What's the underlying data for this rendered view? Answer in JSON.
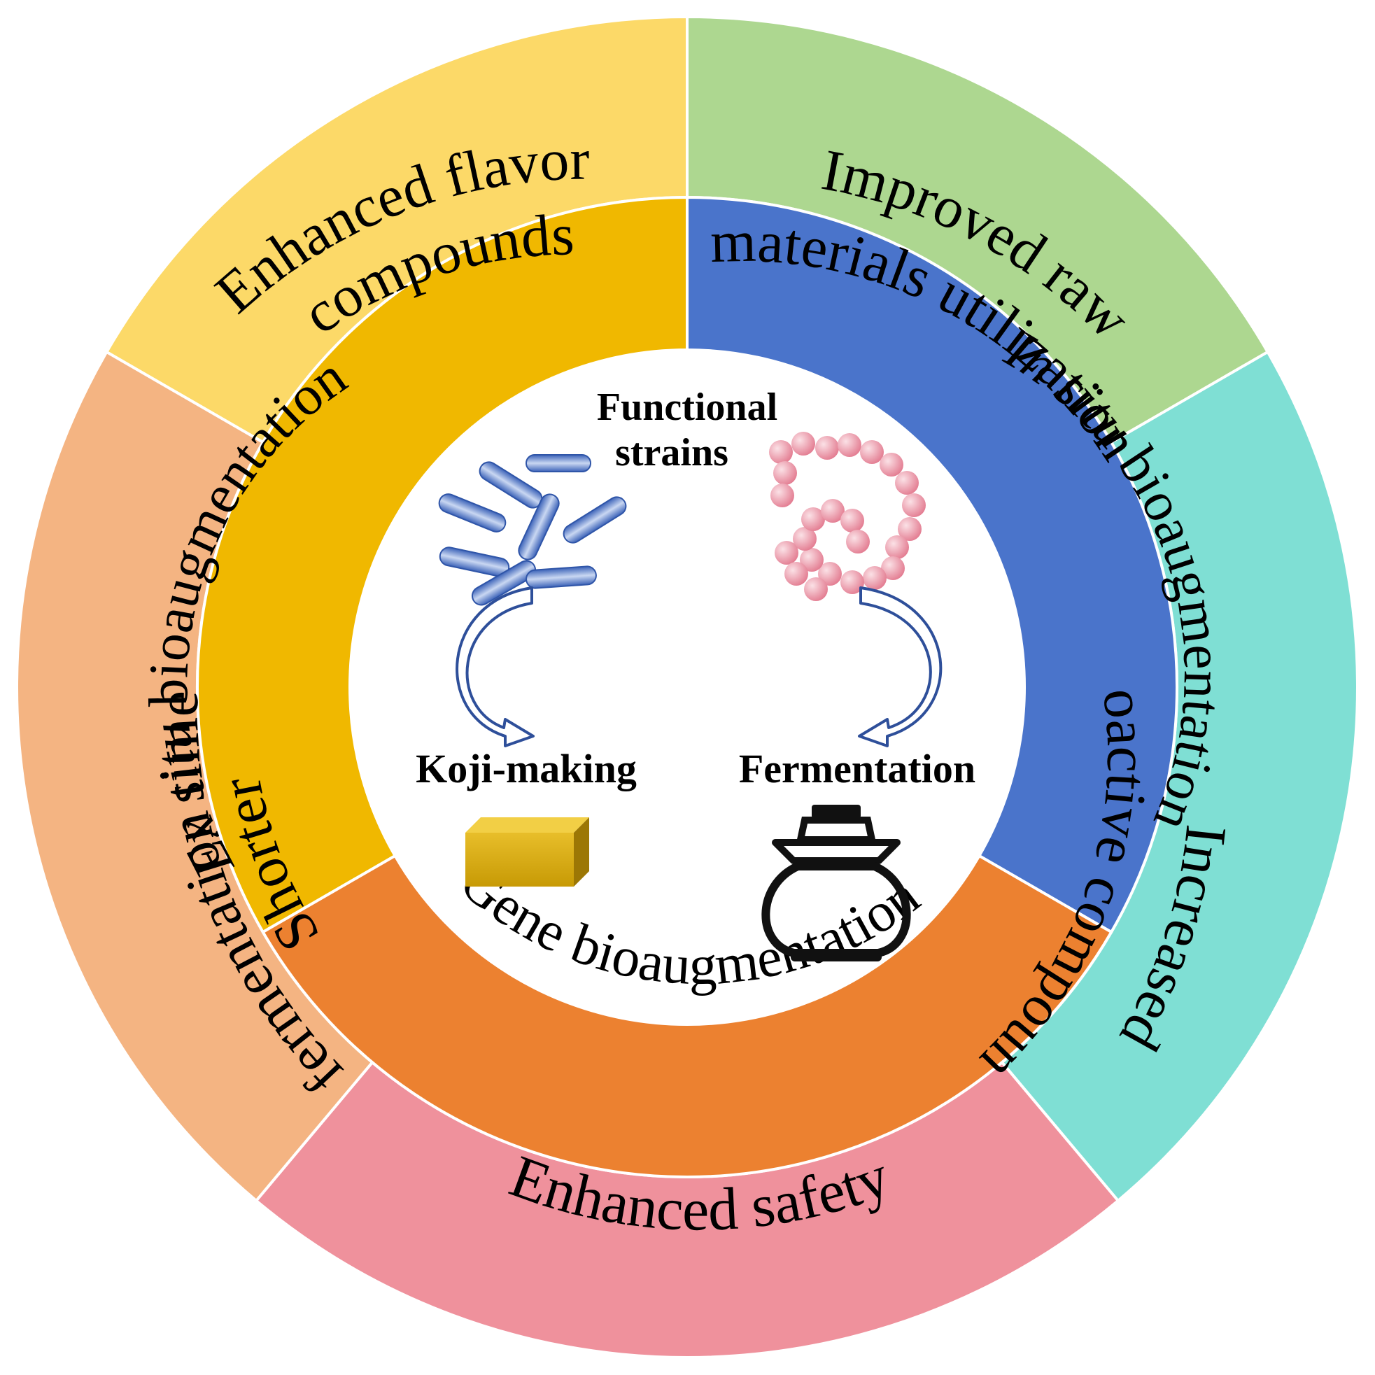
{
  "colors": {
    "outer_flavor": "#FCD968",
    "outer_raw": "#ADD790",
    "outer_bioactive": "#7FDFD4",
    "outer_safety": "#EF919C",
    "outer_time": "#F4B482",
    "inner_exsitu": "#F0B800",
    "inner_insitu": "#4A74CB",
    "inner_gene": "#EC8130",
    "divider": "#ffffff",
    "rod_fill": "#5B82CF",
    "coccus_fill": "#EA8B9C",
    "arrow_stroke": "#2E4F9A",
    "koji_fill": "#D7A80C",
    "jar_stroke": "#111111"
  },
  "outer_ring": {
    "flavor": {
      "line1": "Enhanced flavor",
      "line2": "compounds"
    },
    "raw": {
      "line1": "Improved raw",
      "line2": "materials utilization"
    },
    "bioactive": {
      "line1": "Increased",
      "line2": "bioactive compounds"
    },
    "safety": {
      "line1": "Enhanced safety"
    },
    "time": {
      "line1": "Shorter",
      "line2": "fermentation time"
    }
  },
  "inner_ring": {
    "exsitu": {
      "italic": "Ex situ",
      "rest": " bioaugmentation"
    },
    "insitu": {
      "italic": "In situ",
      "rest": " bioaugmentation"
    },
    "gene": {
      "label": "Gene bioaugmentation"
    }
  },
  "center": {
    "functional_line1": "Functional",
    "functional_line2": "strains",
    "koji_label": "Koji-making",
    "fermentation_label": "Fermentation"
  }
}
